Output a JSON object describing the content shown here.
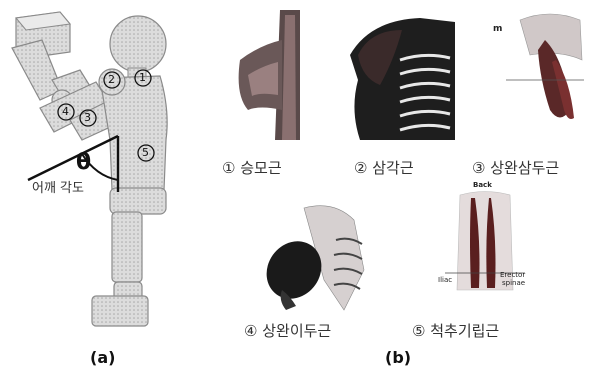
{
  "figure": {
    "panel_a": {
      "label": "(a)",
      "angle_symbol": "θ",
      "angle_label": "어깨 각도",
      "markers": [
        "1",
        "2",
        "3",
        "4",
        "5"
      ]
    },
    "panel_b": {
      "label": "(b)",
      "muscles": [
        {
          "num": "①",
          "name": "승모근"
        },
        {
          "num": "②",
          "name": "삼각근"
        },
        {
          "num": "③",
          "name": "상완삼두근"
        },
        {
          "num": "④",
          "name": "상완이두근"
        },
        {
          "num": "⑤",
          "name": "척추기립근"
        }
      ],
      "image_texts": {
        "triceps_m": "m",
        "erector_back": "Back",
        "erector_left": "Iliac",
        "erector_right_1": "Erector",
        "erector_right_2": "spinae"
      }
    }
  },
  "colors": {
    "mannequin_fill": "#d8d8d8",
    "mannequin_stroke": "#8a8a8a",
    "muscle_dark": "#2a2a2a",
    "muscle_red": "#7a2a2a",
    "line": "#111111"
  }
}
